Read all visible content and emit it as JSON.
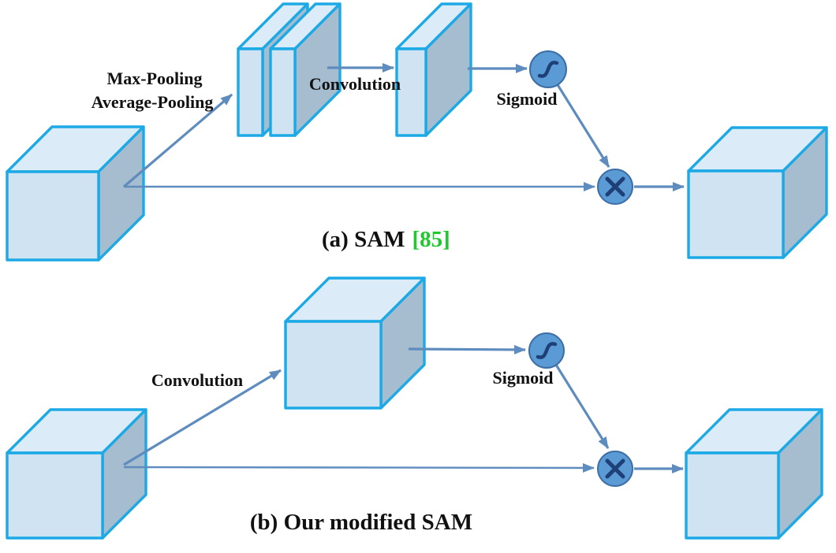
{
  "colors": {
    "background": "#ffffff",
    "cube_front": "#cfe3f3",
    "cube_top": "#dcebf8",
    "cube_side": "#a6bccf",
    "edge_stroke": "#1ca9e5",
    "arrow": "#5e8cbf",
    "node_fill": "#5b9bd5",
    "node_stroke": "#3c6ea5",
    "node_glyph": "#1f3f77",
    "label_text": "#111111",
    "citation_green": "#1ec82d"
  },
  "panel_a": {
    "labels": {
      "pooling_line1": "Max-Pooling",
      "pooling_line2": "Average-Pooling",
      "convolution": "Convolution",
      "sigmoid": "Sigmoid"
    },
    "icons": {
      "sigmoid_node": "s-curve",
      "multiply_node": "×"
    },
    "caption": {
      "text": "(a) SAM",
      "citation": "[85]"
    }
  },
  "panel_b": {
    "labels": {
      "convolution": "Convolution",
      "sigmoid": "Sigmoid"
    },
    "icons": {
      "sigmoid_node": "s-curve",
      "multiply_node": "×"
    },
    "caption": {
      "text": "(b) Our modified SAM"
    }
  }
}
